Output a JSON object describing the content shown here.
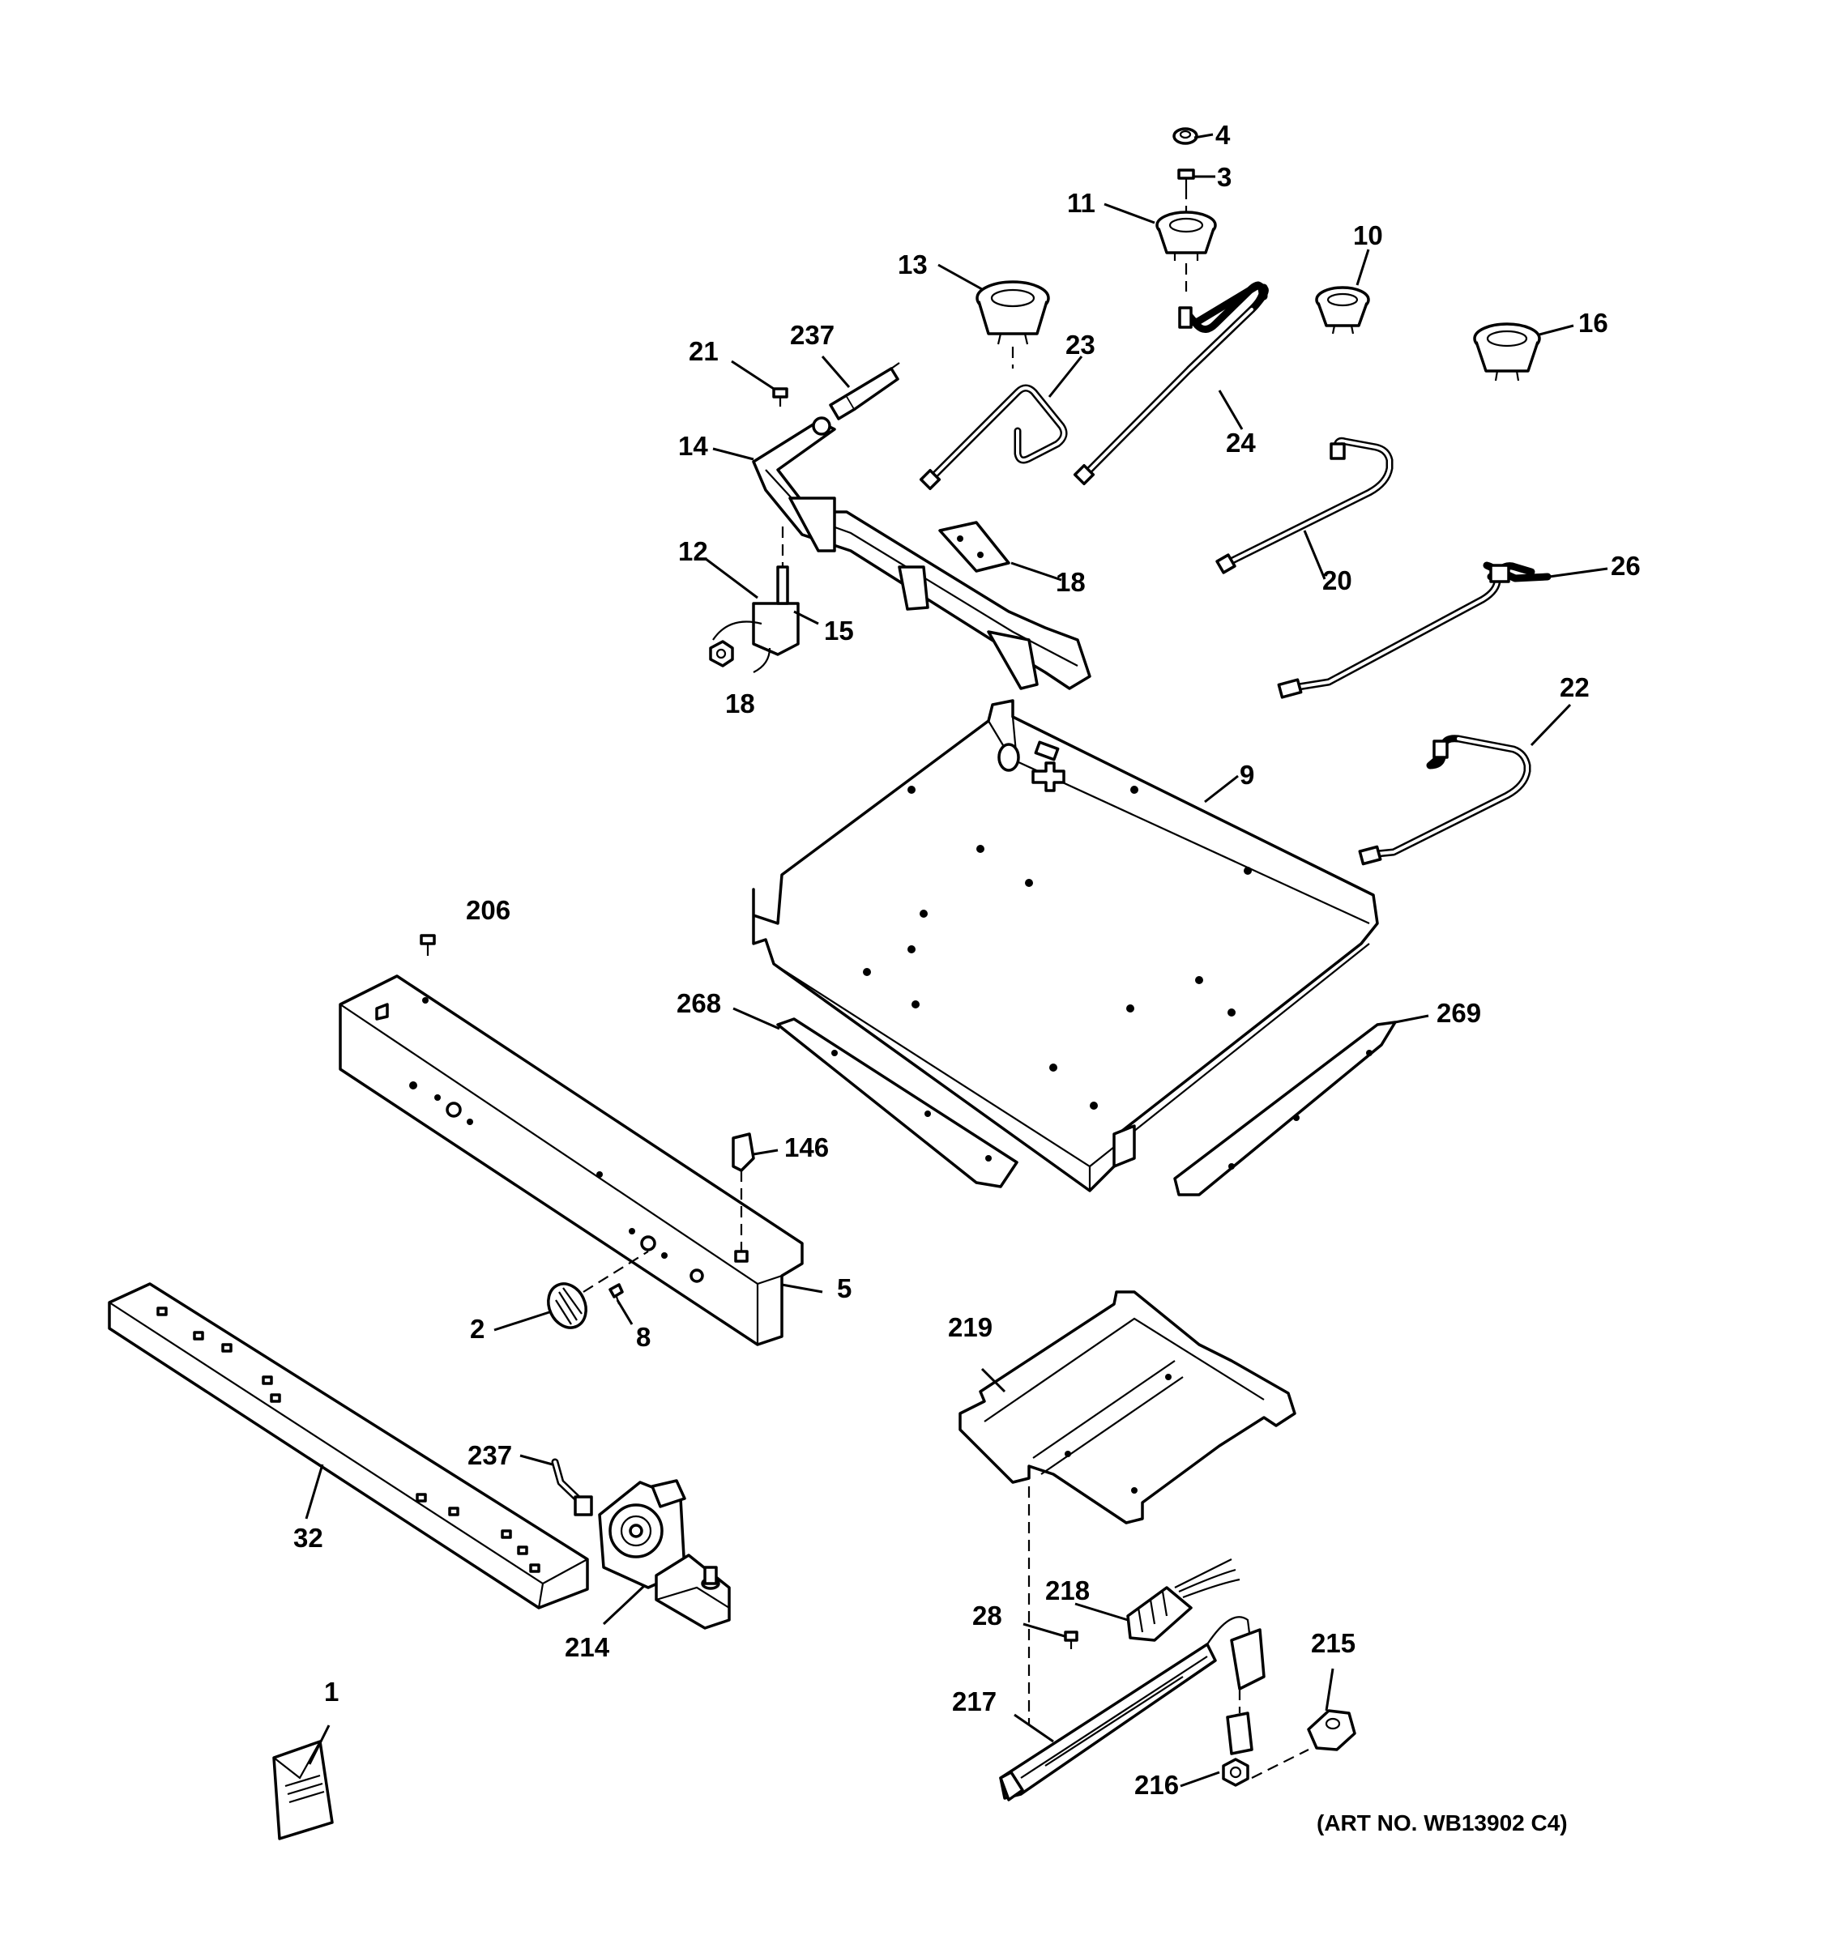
{
  "labels": {
    "p1": "1",
    "p2": "2",
    "p3": "3",
    "p4": "4",
    "p5": "5",
    "p8": "8",
    "p9": "9",
    "p10": "10",
    "p11": "11",
    "p12": "12",
    "p13": "13",
    "p14": "14",
    "p15": "15",
    "p16": "16",
    "p18a": "18",
    "p18b": "18",
    "p20": "20",
    "p21": "21",
    "p22": "22",
    "p23": "23",
    "p24": "24",
    "p26": "26",
    "p28": "28",
    "p32": "32",
    "p146": "146",
    "p206": "206",
    "p214": "214",
    "p215": "215",
    "p216": "216",
    "p217": "217",
    "p218": "218",
    "p219": "219",
    "p237a": "237",
    "p237b": "237",
    "p268": "268",
    "p269": "269"
  },
  "art_number": "(ART NO. WB13902 C4)",
  "colors": {
    "line": "#000000",
    "background": "#ffffff"
  }
}
